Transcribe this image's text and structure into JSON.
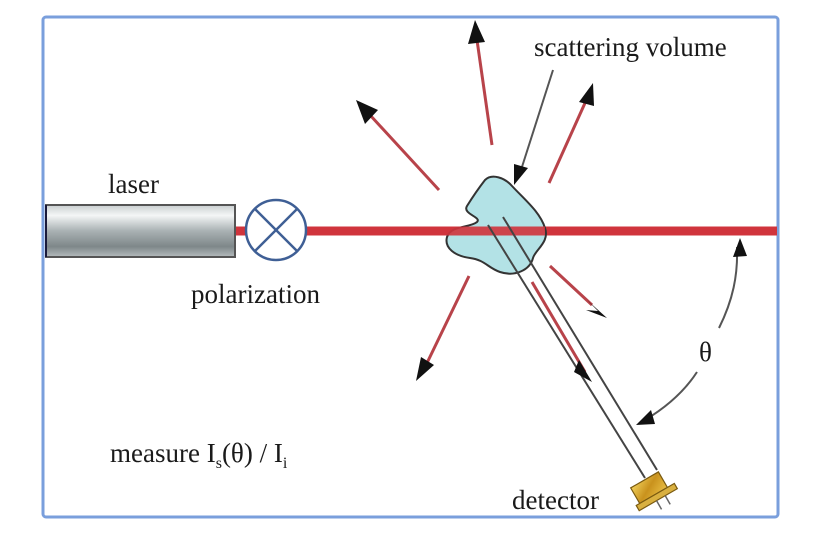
{
  "diagram": {
    "title": "Light scattering measurement setup",
    "labels": {
      "laser": "laser",
      "polarization": "polarization",
      "scattering_volume": "scattering volume",
      "theta": "θ",
      "detector": "detector",
      "measure_prefix": "measure I",
      "measure_sub_s": "s",
      "measure_mid": "(θ) / I",
      "measure_sub_i": "i"
    },
    "components": [
      {
        "id": "laser",
        "icon": "laser-tube-icon"
      },
      {
        "id": "polarizer",
        "icon": "circle-x-polarizer-icon"
      },
      {
        "id": "scattering-volume",
        "icon": "blob-sample-icon"
      },
      {
        "id": "detector",
        "icon": "photodetector-icon"
      }
    ],
    "colors": {
      "frame": "#7a9fdc",
      "beam": "#d0343c",
      "scatter_arrow": "#b8434a",
      "arrowhead": "#111111",
      "polarizer": "#3f5f95",
      "sample_fill": "#b3e2e6",
      "sample_stroke": "#333333",
      "detector_gold": "#d4a52a",
      "pointer": "#555555"
    }
  }
}
